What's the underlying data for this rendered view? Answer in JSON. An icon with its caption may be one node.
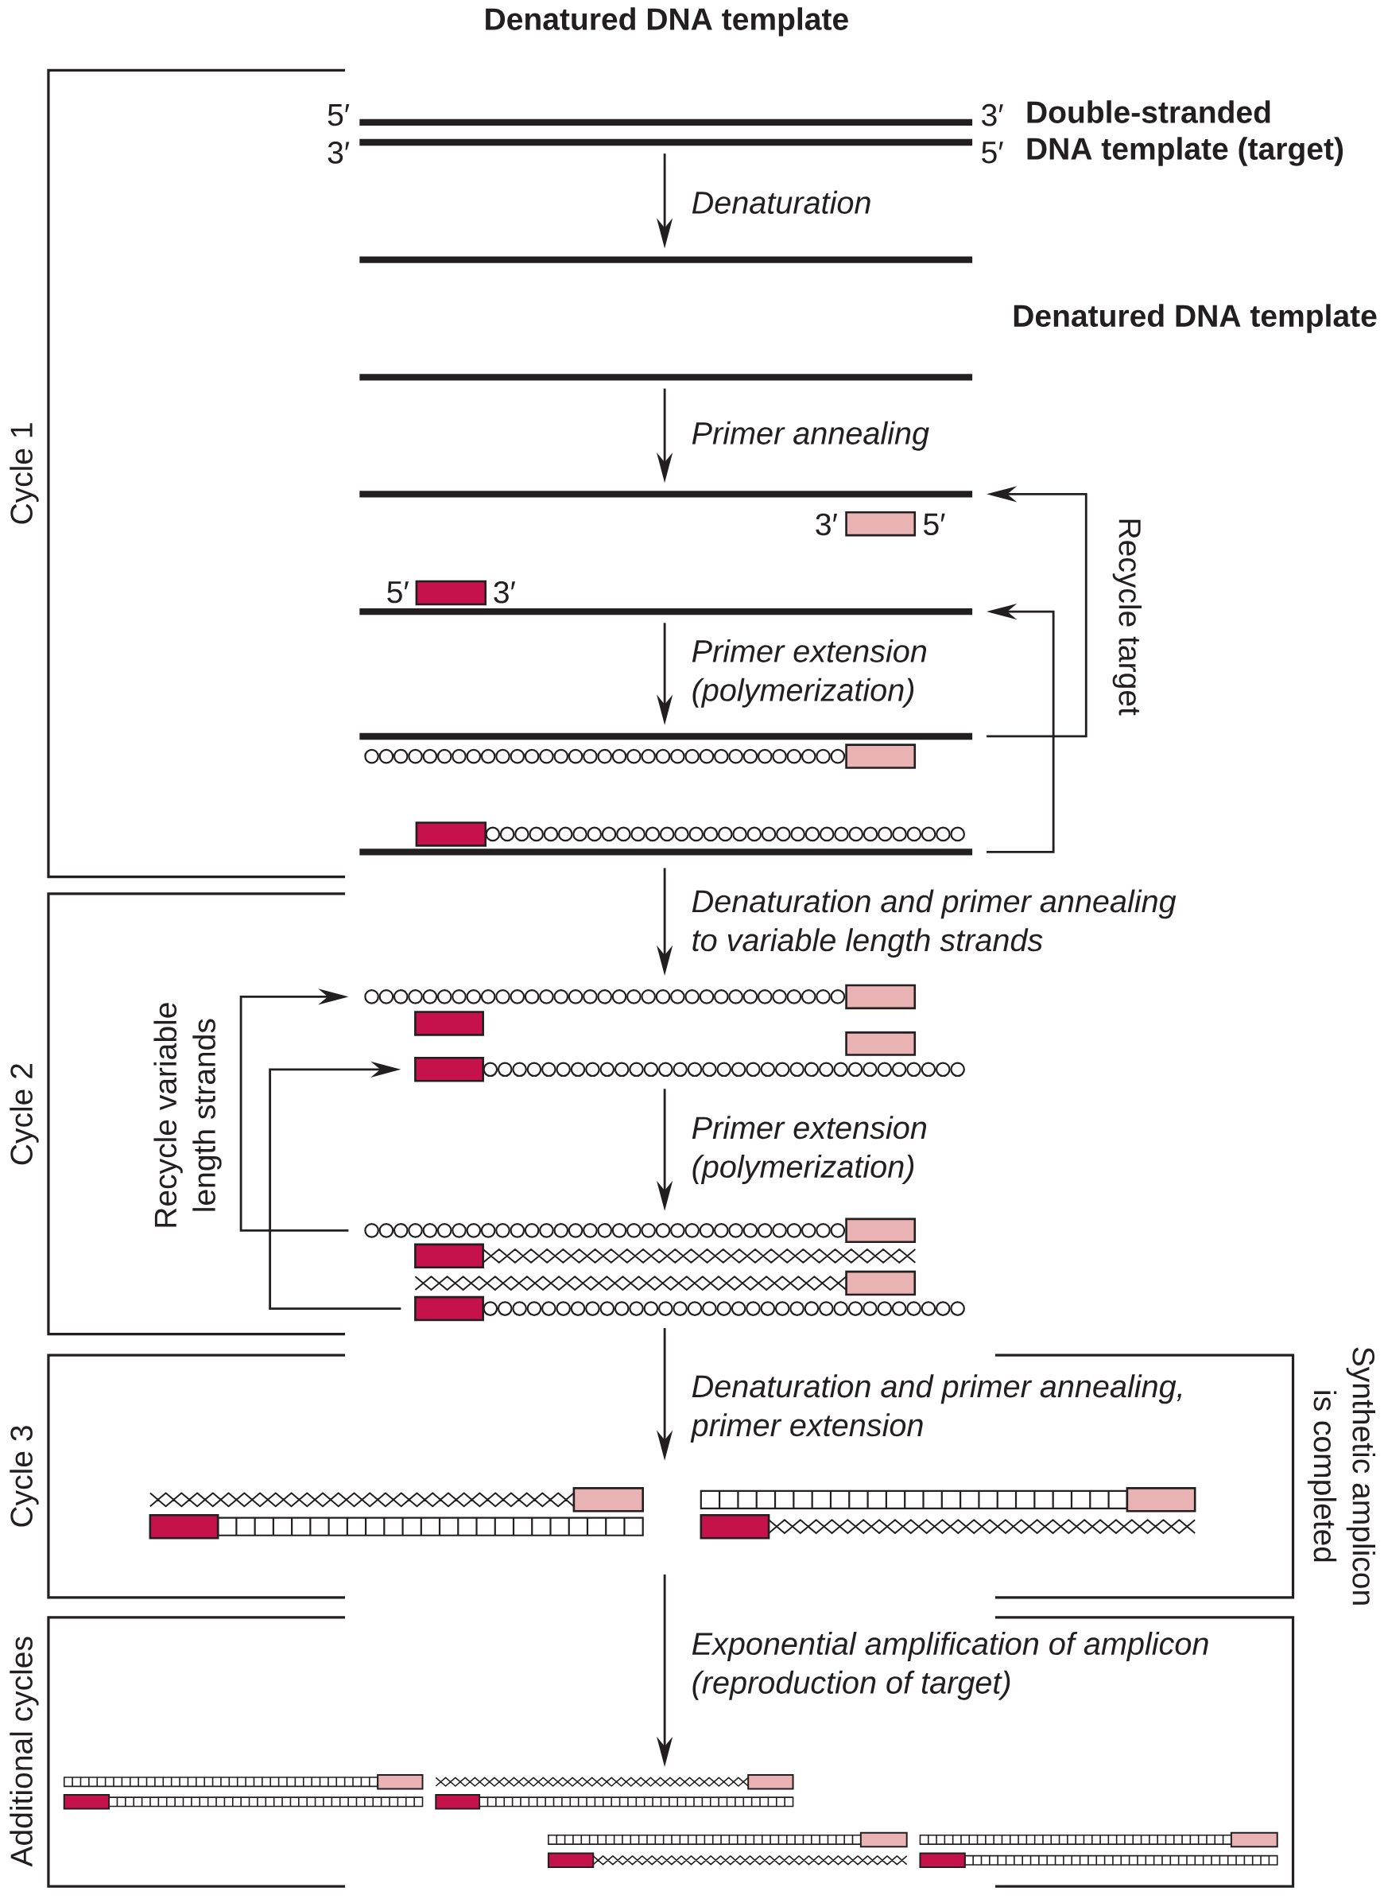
{
  "diagram": {
    "title": "Denatured DNA template",
    "nodes": [
      {
        "text": [],
        "shape": "bar",
        "beside": [
          "Double-stranded DNA template (target)"
        ]
      },
      {
        "text": [],
        "shape": "bar"
      },
      {
        "text": [],
        "shape": "bar"
      },
      {
        "text": [],
        "shape": "bar"
      },
      {
        "text": [],
        "shape": "bar"
      },
      {
        "text": [],
        "shape": "box"
      },
      {
        "text": [],
        "shape": "box"
      },
      {
        "text": [],
        "shape": "bar"
      },
      {
        "text": [],
        "shape": "bar"
      },
      {
        "text": [],
        "shape": "picture"
      },
      {
        "text": [],
        "shape": "picture"
      },
      {
        "text": [],
        "shape": "bar"
      },
      {
        "text": [],
        "shape": "picture"
      },
      {
        "text": [],
        "shape": "box"
      },
      {
        "text": [],
        "shape": "box"
      },
      {
        "text": [],
        "shape": "picture"
      },
      {
        "text": [],
        "shape": "picture"
      },
      {
        "text": [],
        "shape": "picture"
      },
      {
        "text": [],
        "shape": "picture"
      },
      {
        "text": [],
        "shape": "picture"
      },
      {
        "text": [],
        "shape": "picture"
      },
      {
        "text": [],
        "shape": "picture"
      },
      {
        "text": [],
        "shape": "picture"
      },
      {
        "text": [],
        "shape": "picture"
      },
      {
        "text": [],
        "shape": "picture"
      },
      {
        "text": [],
        "shape": "picture"
      },
      {
        "text": [],
        "shape": "picture"
      },
      {
        "text": [],
        "shape": "picture"
      },
      {
        "text": [],
        "shape": "picture"
      },
      {
        "text": [],
        "shape": "picture"
      },
      {
        "text": [],
        "shape": "picture"
      },
      {
        "text": [],
        "shape": "picture"
      }
    ],
    "edges": [
      {
        "from": 1,
        "to": 2,
        "arrow": "to",
        "label": "Denaturation"
      },
      {
        "from": 3,
        "to": 4,
        "arrow": "to",
        "label": "Primer annealing"
      },
      {
        "from": 7,
        "to": 8,
        "arrow": "to",
        "label": "Primer extension (polymerization)"
      },
      {
        "from": 8,
        "to": 4,
        "arrow": "to",
        "label": "Recycle target"
      },
      {
        "from": 11,
        "to": 7,
        "arrow": "to"
      },
      {
        "from": 11,
        "to": 12,
        "arrow": "to",
        "label": "Denaturation and primer annealing to variable length strands"
      },
      {
        "from": 15,
        "to": 16,
        "arrow": "to",
        "label": "Primer extension (polymerization)"
      },
      {
        "from": 16,
        "to": 12,
        "arrow": "to",
        "label": "Recycle variable length strands"
      },
      {
        "from": 19,
        "to": 15,
        "arrow": "to"
      },
      {
        "from": 19,
        "to": null,
        "arrow": "to",
        "label": "Denaturation and primer annealing, primer extension"
      },
      {
        "from": null,
        "to": 25,
        "arrow": "to",
        "label": "Exponential amplification of amplicon (reproduction of target)"
      }
    ],
    "labels": [
      "5′",
      "3′",
      "3′",
      "5′",
      "Denatured DNA template",
      "Cycle 1",
      "3′",
      "5′",
      "5′",
      "3′",
      "Cycle 2",
      "Cycle 3",
      "Synthetic amplicon is completed",
      "Additional cycles"
    ]
  }
}
